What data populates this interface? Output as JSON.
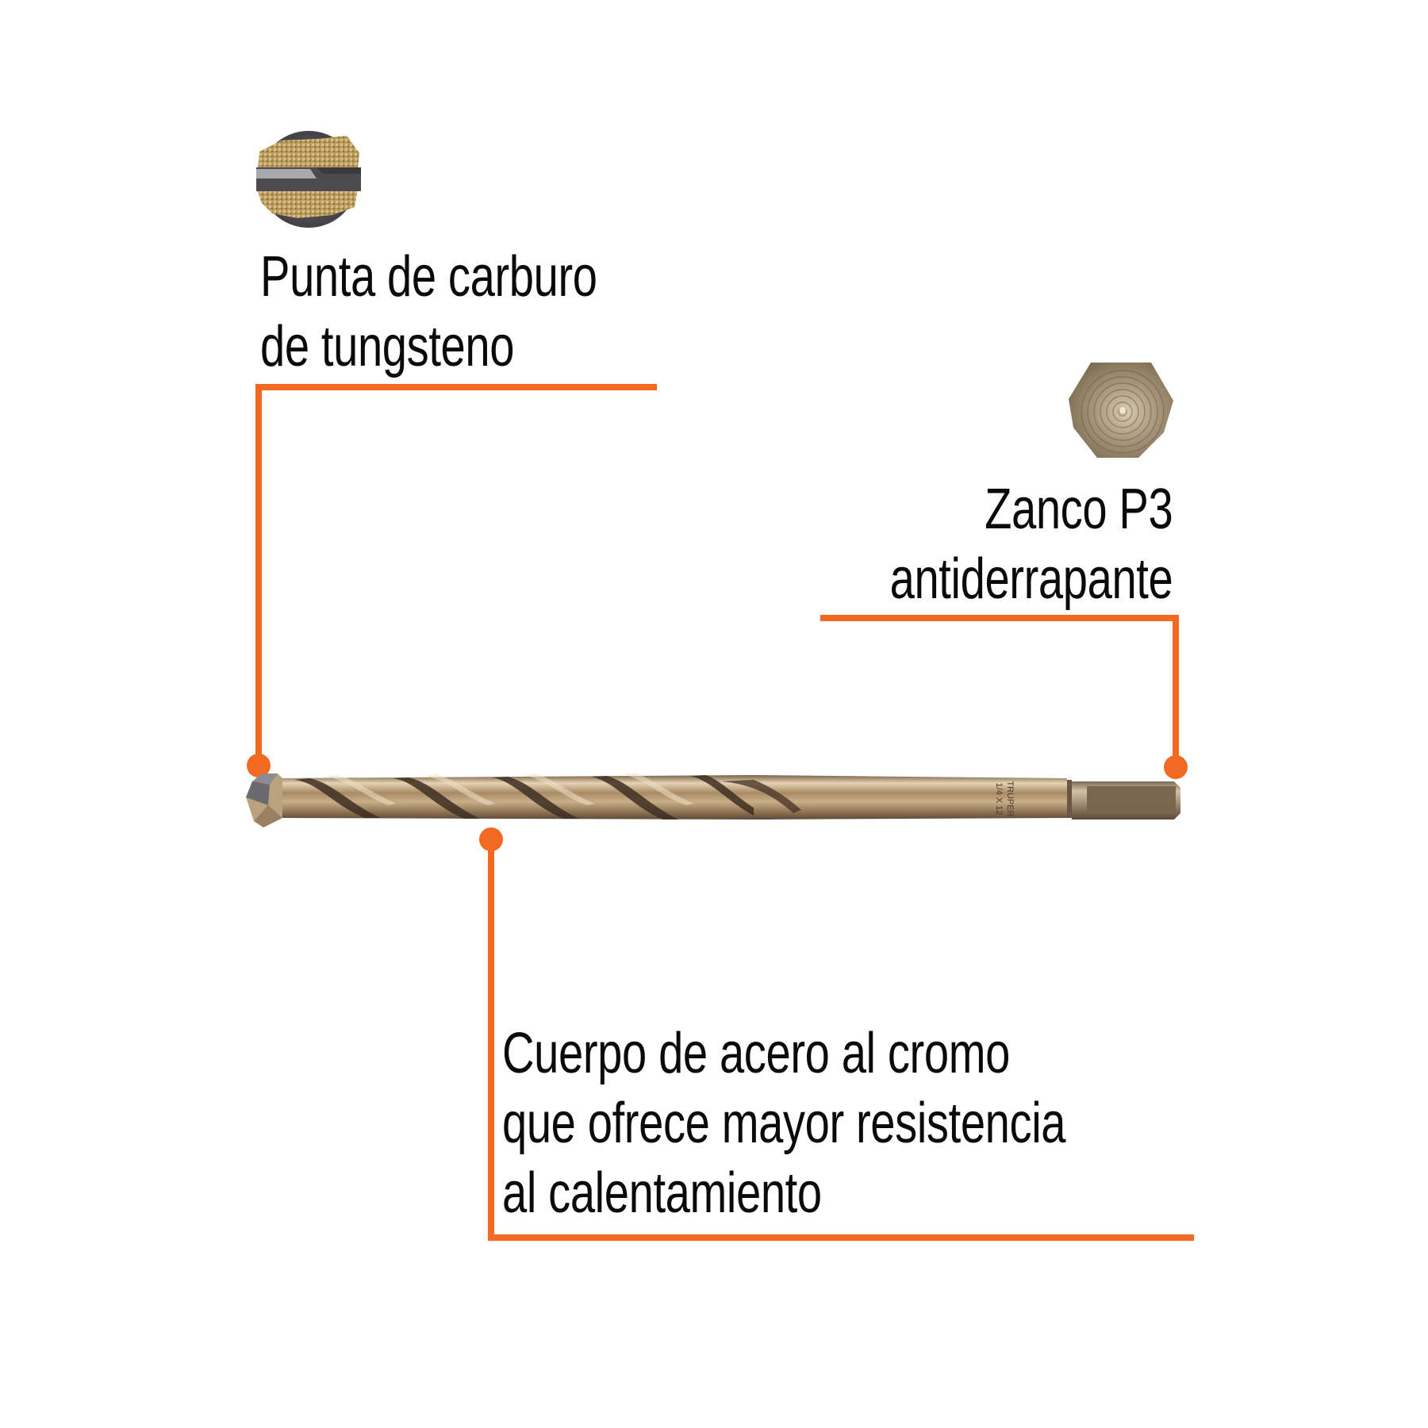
{
  "callouts": {
    "tip": {
      "lines": [
        "Punta de carburo",
        "de tungsteno"
      ],
      "icon": "carbide-tip-icon"
    },
    "shank": {
      "lines": [
        "Zanco P3",
        "antiderrapante"
      ],
      "icon": "hex-shank-end-icon"
    },
    "body": {
      "lines": [
        "Cuerpo de acero al cromo",
        "que ofrece mayor resistencia",
        "al calentamiento"
      ]
    }
  },
  "product": {
    "engraving": [
      "TRUPER",
      "1/4 X 12"
    ]
  },
  "colors": {
    "accent": "#F26A21",
    "text": "#0a0a0a",
    "background": "#ffffff",
    "drill_metal": "#B8946A"
  }
}
